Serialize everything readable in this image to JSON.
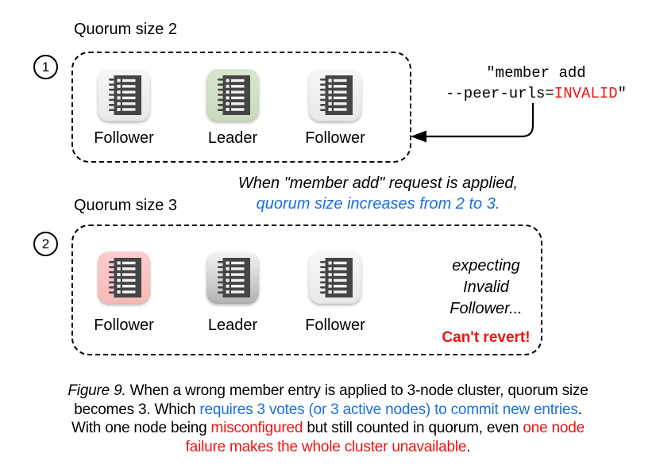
{
  "colors": {
    "blue": "#1a6fe0",
    "red": "#ee1414",
    "icon": "#454545",
    "tileGray": {
      "top": "#f7f7f7",
      "bottom": "#e8e8e8"
    },
    "tileGreen": {
      "top": "#d9e6d0",
      "bottom": "#c8dcbc"
    },
    "tileRed": {
      "top": "#fbcdcd",
      "bottom": "#f7b9b9"
    },
    "tileDarkgray": {
      "top": "#f5f5f5",
      "bottom": "#b2b2b2"
    }
  },
  "steps": [
    {
      "badge": "1",
      "quorum_label": "Quorum size 2",
      "nodes": [
        {
          "role": "Follower",
          "variant": "gray"
        },
        {
          "role": "Leader",
          "variant": "green"
        },
        {
          "role": "Follower",
          "variant": "gray"
        }
      ]
    },
    {
      "badge": "2",
      "quorum_label": "Quorum size 3",
      "nodes": [
        {
          "role": "Follower",
          "variant": "red"
        },
        {
          "role": "Leader",
          "variant": "darkgray"
        },
        {
          "role": "Follower",
          "variant": "gray"
        }
      ],
      "expecting_lines": [
        "expecting",
        "Invalid",
        "Follower..."
      ],
      "cant_revert": "Can't revert!"
    }
  ],
  "command": {
    "line1": "\"member add",
    "line2_pre": "--peer-urls=",
    "line2_invalid": "INVALID",
    "line2_post": "\""
  },
  "note": {
    "line1": "When \"member add\" request is applied,",
    "line2": "quorum size increases from 2 to 3."
  },
  "caption": {
    "figure_label": "Figure 9.",
    "l1_rest": " When a wrong member entry is applied to 3-node cluster, quorum size",
    "l2_pre": "becomes 3. Which ",
    "l2_blue": "requires 3 votes (or 3 active nodes) to commit new entries",
    "l2_post": ".",
    "l3_pre": "With one node being ",
    "l3_red1": "misconfigured",
    "l3_mid": " but still counted in quorum, even ",
    "l3_red2": "one node",
    "l4_red": "failure makes the whole cluster unavailable",
    "l4_post": "."
  }
}
